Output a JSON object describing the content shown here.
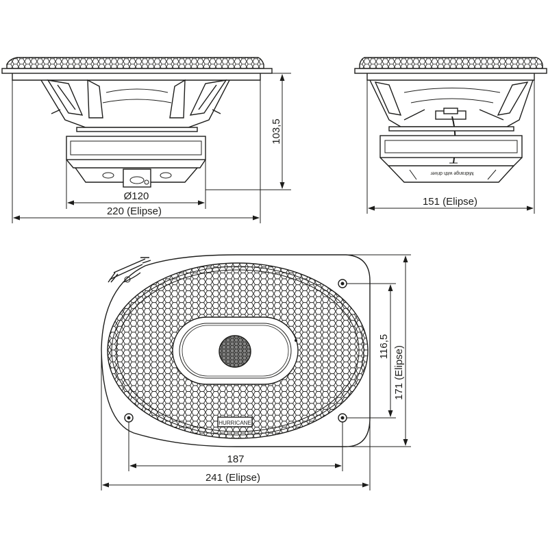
{
  "colors": {
    "line": "#1d1d1b",
    "background": "#ffffff"
  },
  "dimensions": {
    "depth": "103,5",
    "magnet_diameter": "Ø120",
    "width_front_view": "220 (Elipse)",
    "width_side_view": "151 (Elipse)",
    "mount_hole_vertical": "116,5",
    "height_top_view": "171 (Elipse)",
    "mount_hole_horizontal": "187",
    "width_top_view": "241 (Elipse)"
  },
  "labels": {
    "brand": "HURRICANE",
    "magnet_label": "Midrange with driver"
  }
}
